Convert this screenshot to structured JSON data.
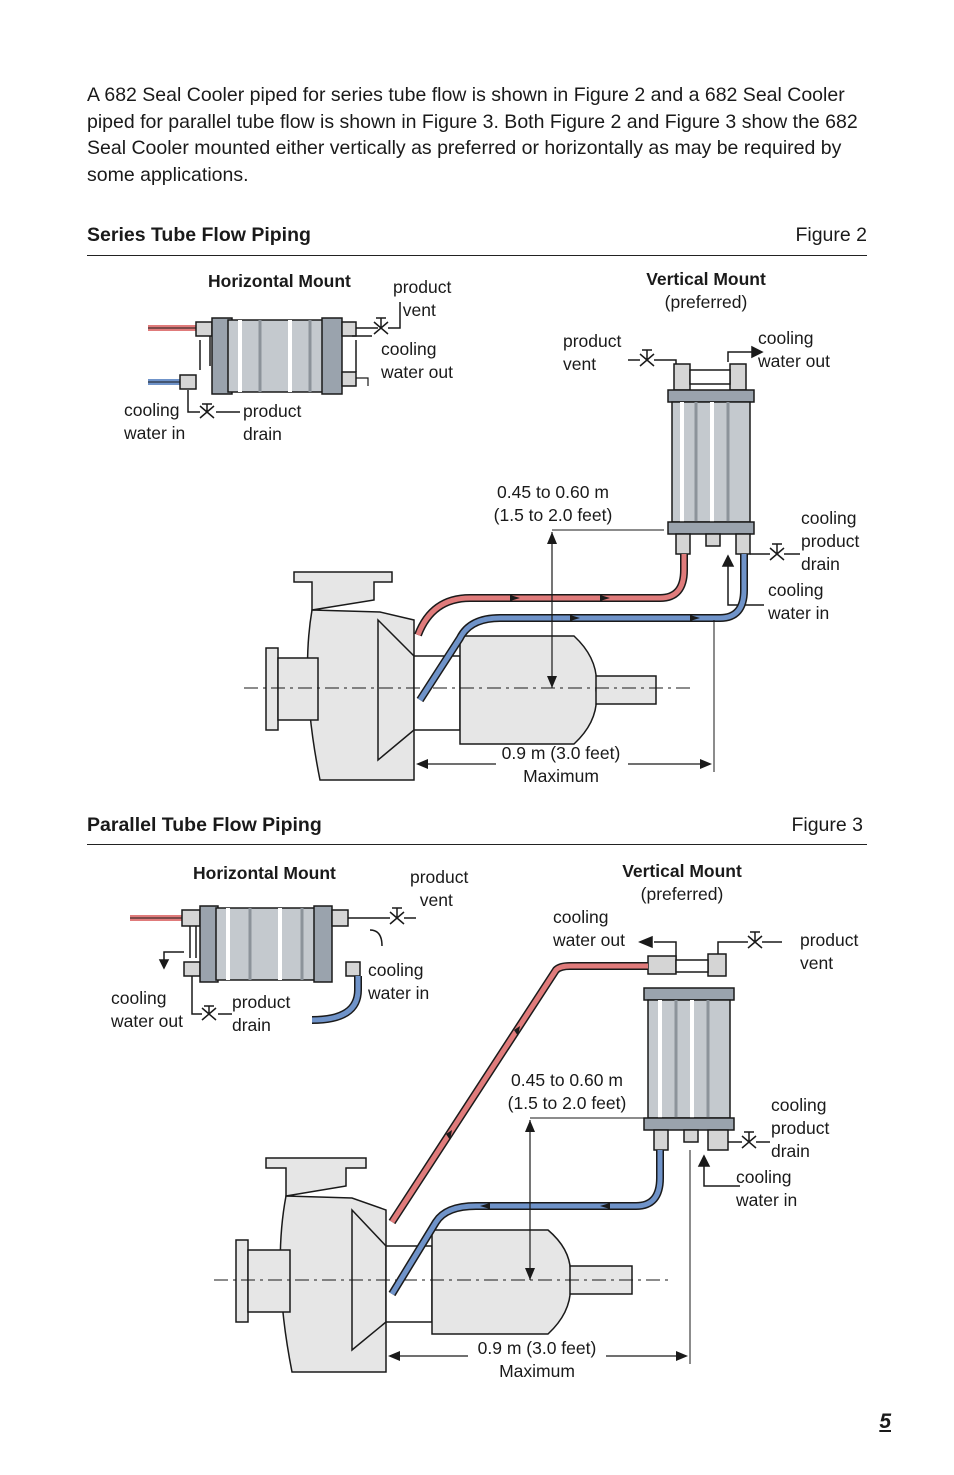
{
  "intro_text": "A 682 Seal Cooler piped for series tube flow is shown in Figure 2 and a 682 Seal Cooler piped for parallel tube flow is shown in Figure 3. Both Figure 2 and Figure 3 show the 682 Seal Cooler mounted either vertically as preferred or horizontally as may be required by some applications.",
  "figure2": {
    "title": "Series Tube Flow Piping",
    "number": "Figure 2",
    "horizontal_mount": {
      "heading": "Horizontal Mount",
      "product_vent": "product\n  vent",
      "cooling_water_out": "cooling\nwater out",
      "cooling_water_in": "cooling\nwater in",
      "product_drain": "product\ndrain"
    },
    "vertical_mount": {
      "heading": "Vertical Mount",
      "preferred": "(preferred)",
      "product_vent": "product\nvent",
      "cooling_water_out": "cooling\nwater out",
      "cooling_product_drain": "cooling\nproduct\ndrain",
      "cooling_water_in": "cooling\nwater in"
    },
    "height_dim": "0.45 to 0.60 m\n(1.5 to 2.0 feet)",
    "distance_dim": "0.9 m (3.0 feet)\nMaximum"
  },
  "figure3": {
    "title": "Parallel Tube Flow Piping",
    "number": "Figure 3",
    "horizontal_mount": {
      "heading": "Horizontal Mount",
      "product_vent": "product\n  vent",
      "cooling_water_in": "cooling\nwater in",
      "cooling_water_out": "cooling\nwater out",
      "product_drain": "product\ndrain"
    },
    "vertical_mount": {
      "heading": "Vertical Mount",
      "preferred": "(preferred)",
      "cooling_water_out": "cooling\nwater out",
      "product_vent": "product\nvent",
      "cooling_product_drain": "cooling\nproduct\ndrain",
      "cooling_water_in": "cooling\nwater in"
    },
    "height_dim": "0.45 to 0.60 m\n(1.5 to 2.0 feet)",
    "distance_dim": "0.9 m (3.0 feet)\nMaximum"
  },
  "page_number": "5",
  "colors": {
    "hot_product_pipe": "#e07b7b",
    "cooling_water_pipe": "#6f93c9",
    "cooler_body": "#bfc3c8",
    "pump_fill": "#e6e6e6",
    "line": "#1a1a1a"
  }
}
